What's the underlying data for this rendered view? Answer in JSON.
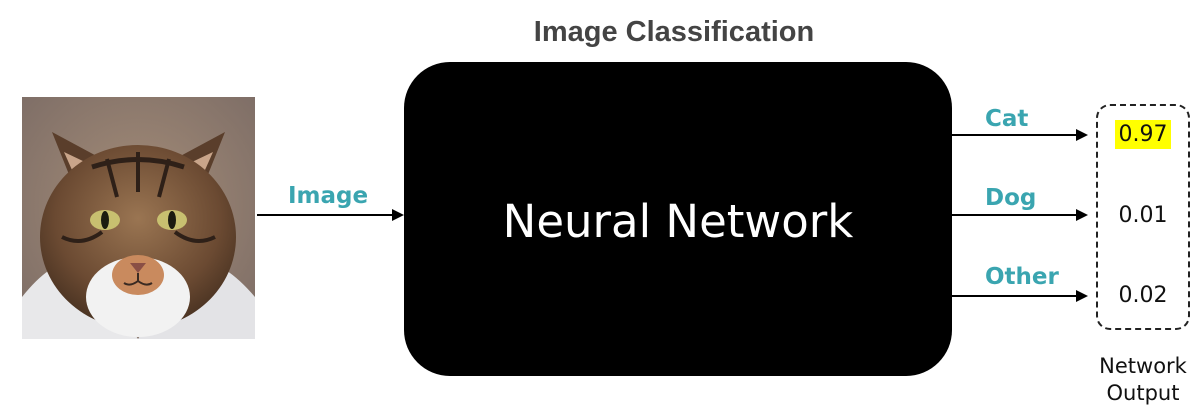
{
  "title": "Image Classification",
  "input_label": "Image",
  "model_label": "Neural Network",
  "outputs": [
    {
      "label": "Cat",
      "value": "0.97",
      "highlight": true
    },
    {
      "label": "Dog",
      "value": "0.01",
      "highlight": false
    },
    {
      "label": "Other",
      "value": "0.02",
      "highlight": false
    }
  ],
  "output_caption_line1": "Network",
  "output_caption_line2": "Output",
  "colors": {
    "label_teal": "#3aa5b0",
    "highlight": "#ffff00",
    "box": "#000000"
  },
  "input_image_icon": "cat-photo"
}
